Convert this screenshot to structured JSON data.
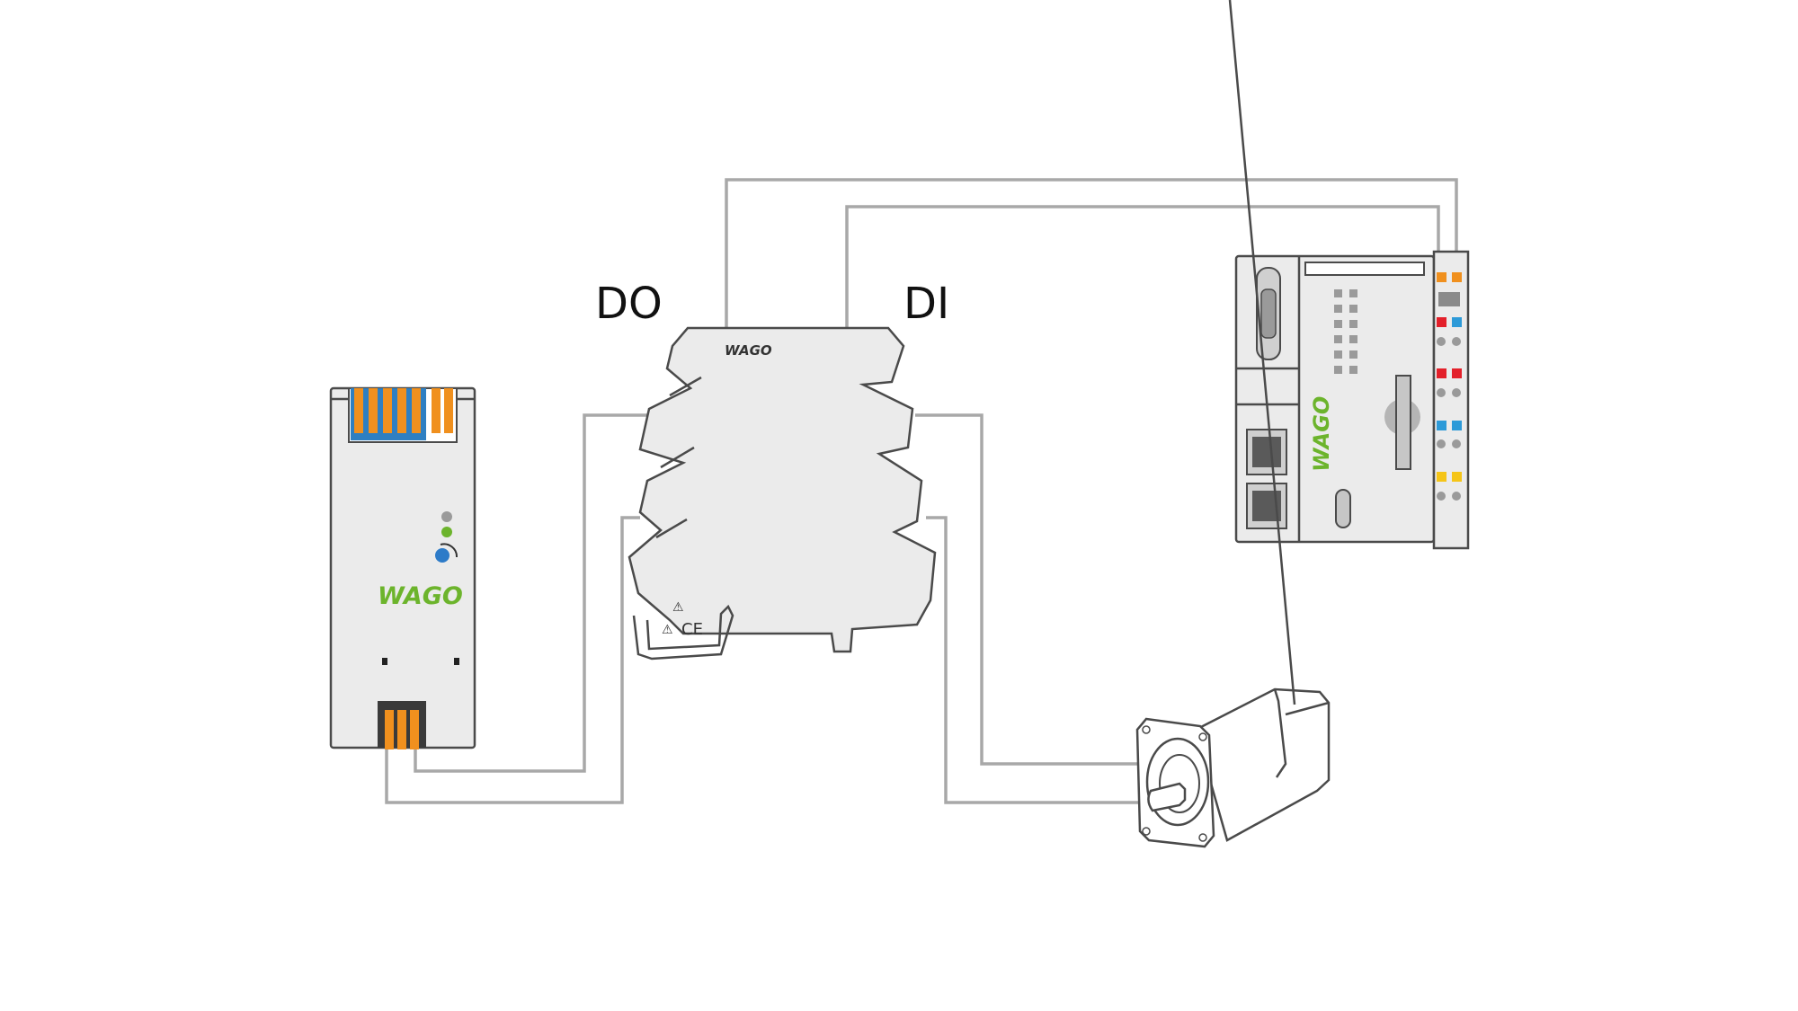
{
  "labels": {
    "do": "DO",
    "di": "DI"
  },
  "brand": {
    "name": "WAGO",
    "color_green": "#6cb42c",
    "color_dark": "#333333"
  },
  "relay_marks": {
    "ce": "CE",
    "warning_symbol": "⚠"
  },
  "components": [
    {
      "id": "power-supply",
      "icon": "power-supply-icon"
    },
    {
      "id": "relay-module",
      "icon": "relay-module-icon"
    },
    {
      "id": "plc-controller",
      "icon": "plc-controller-icon"
    },
    {
      "id": "servo-motor",
      "icon": "servo-motor-icon"
    }
  ],
  "colors": {
    "wire": "#a8a8a8",
    "device_body": "#ebebeb",
    "outline": "#4a4a4a",
    "orange_terminal": "#f0901e",
    "blue_terminal": "#2e7fc2",
    "red_indicator": "#e3202a",
    "blue_indicator": "#2d9ad8",
    "yellow_indicator": "#f5c518"
  }
}
